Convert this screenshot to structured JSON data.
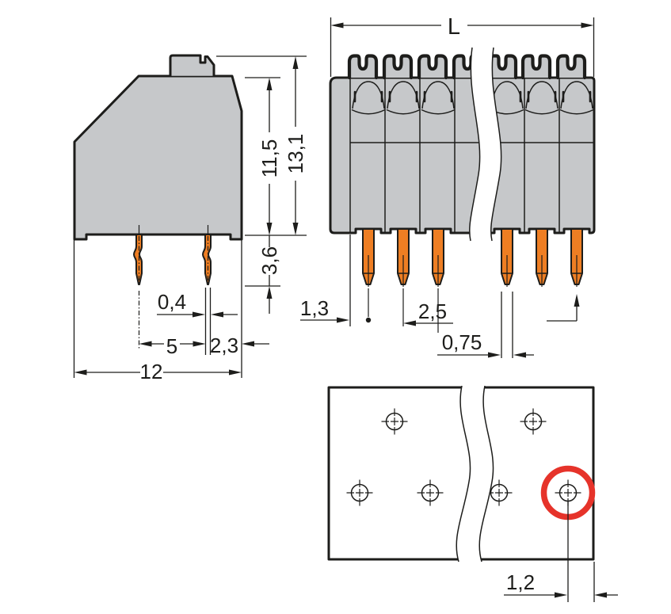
{
  "colors": {
    "body_gray": "#c6c8ca",
    "pin_orange": "#ee7e23",
    "outline": "#1d1d1b",
    "highlight_red": "#e6332a"
  },
  "side_view": {
    "dim_body_height": "11,5",
    "dim_total_height": "13,1",
    "dim_pin_length": "3,6",
    "dim_pin_width": "0,4",
    "dim_pin_spacing": "5",
    "dim_pin_to_edge": "2,3",
    "dim_total_width": "12"
  },
  "front_view": {
    "dim_length": "L",
    "dim_edge_to_first_pin": "1,3",
    "dim_pin_pitch": "2,5",
    "dim_pin_width": "0,75"
  },
  "drilling_plan": {
    "dim_hole_to_edge": "1,2"
  }
}
